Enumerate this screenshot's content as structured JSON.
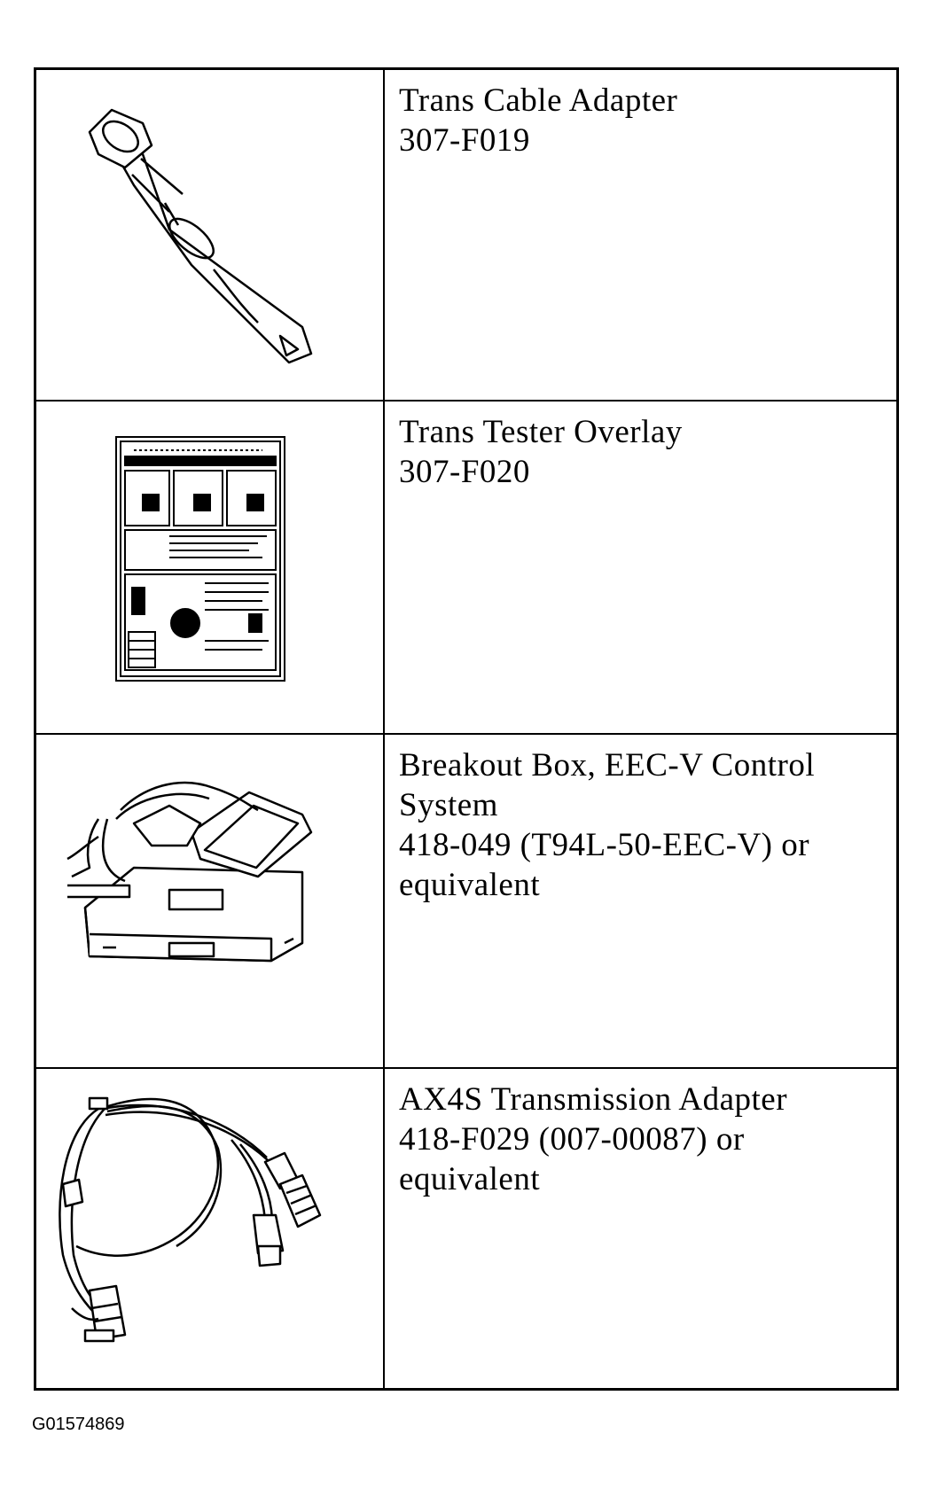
{
  "tools": [
    {
      "name": "Trans Cable Adapter",
      "lines": [
        "Trans Cable Adapter",
        "307-F019"
      ],
      "icon": "cable-adapter-illustration"
    },
    {
      "name": "Trans Tester Overlay",
      "lines": [
        "Trans Tester Overlay",
        "307-F020"
      ],
      "icon": "tester-overlay-illustration"
    },
    {
      "name": "Breakout Box",
      "lines": [
        "Breakout Box, EEC-V Control",
        "System",
        "418-049 (T94L-50-EEC-V) or",
        "equivalent"
      ],
      "icon": "breakout-box-illustration"
    },
    {
      "name": "AX4S Transmission Adapter",
      "lines": [
        "AX4S Transmission Adapter",
        "418-F029 (007-00087) or",
        "equivalent"
      ],
      "icon": "transmission-adapter-illustration"
    }
  ],
  "figure_id": "G01574869"
}
